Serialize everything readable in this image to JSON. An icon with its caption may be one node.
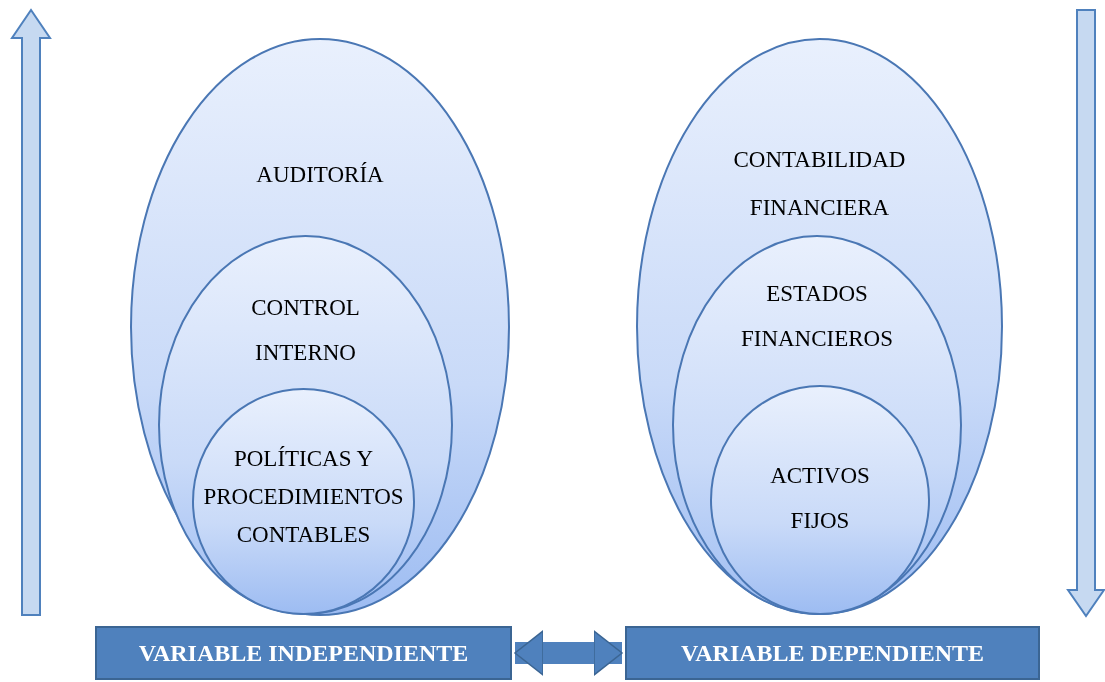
{
  "diagram": {
    "nodes": [
      {
        "text": [
          "AUDITORÍA"
        ]
      },
      {
        "text": [
          "CONTROL INTERNO"
        ],
        "in": 0
      },
      {
        "text": [
          "POLÍTICAS Y PROCEDIMIENTOS CONTABLES"
        ],
        "in": 1
      },
      {
        "text": [
          "CONTABILIDAD FINANCIERA"
        ]
      },
      {
        "text": [
          "ESTADOS FINANCIEROS"
        ],
        "in": 3
      },
      {
        "text": [
          "ACTIVOS FIJOS"
        ],
        "in": 4
      },
      {
        "text": [
          "VARIABLE INDEPENDIENTE"
        ]
      },
      {
        "text": [
          "VARIABLE DEPENDIENTE"
        ]
      }
    ],
    "edges": [
      {
        "from": 6,
        "to": 7,
        "arrow": "both"
      }
    ]
  }
}
